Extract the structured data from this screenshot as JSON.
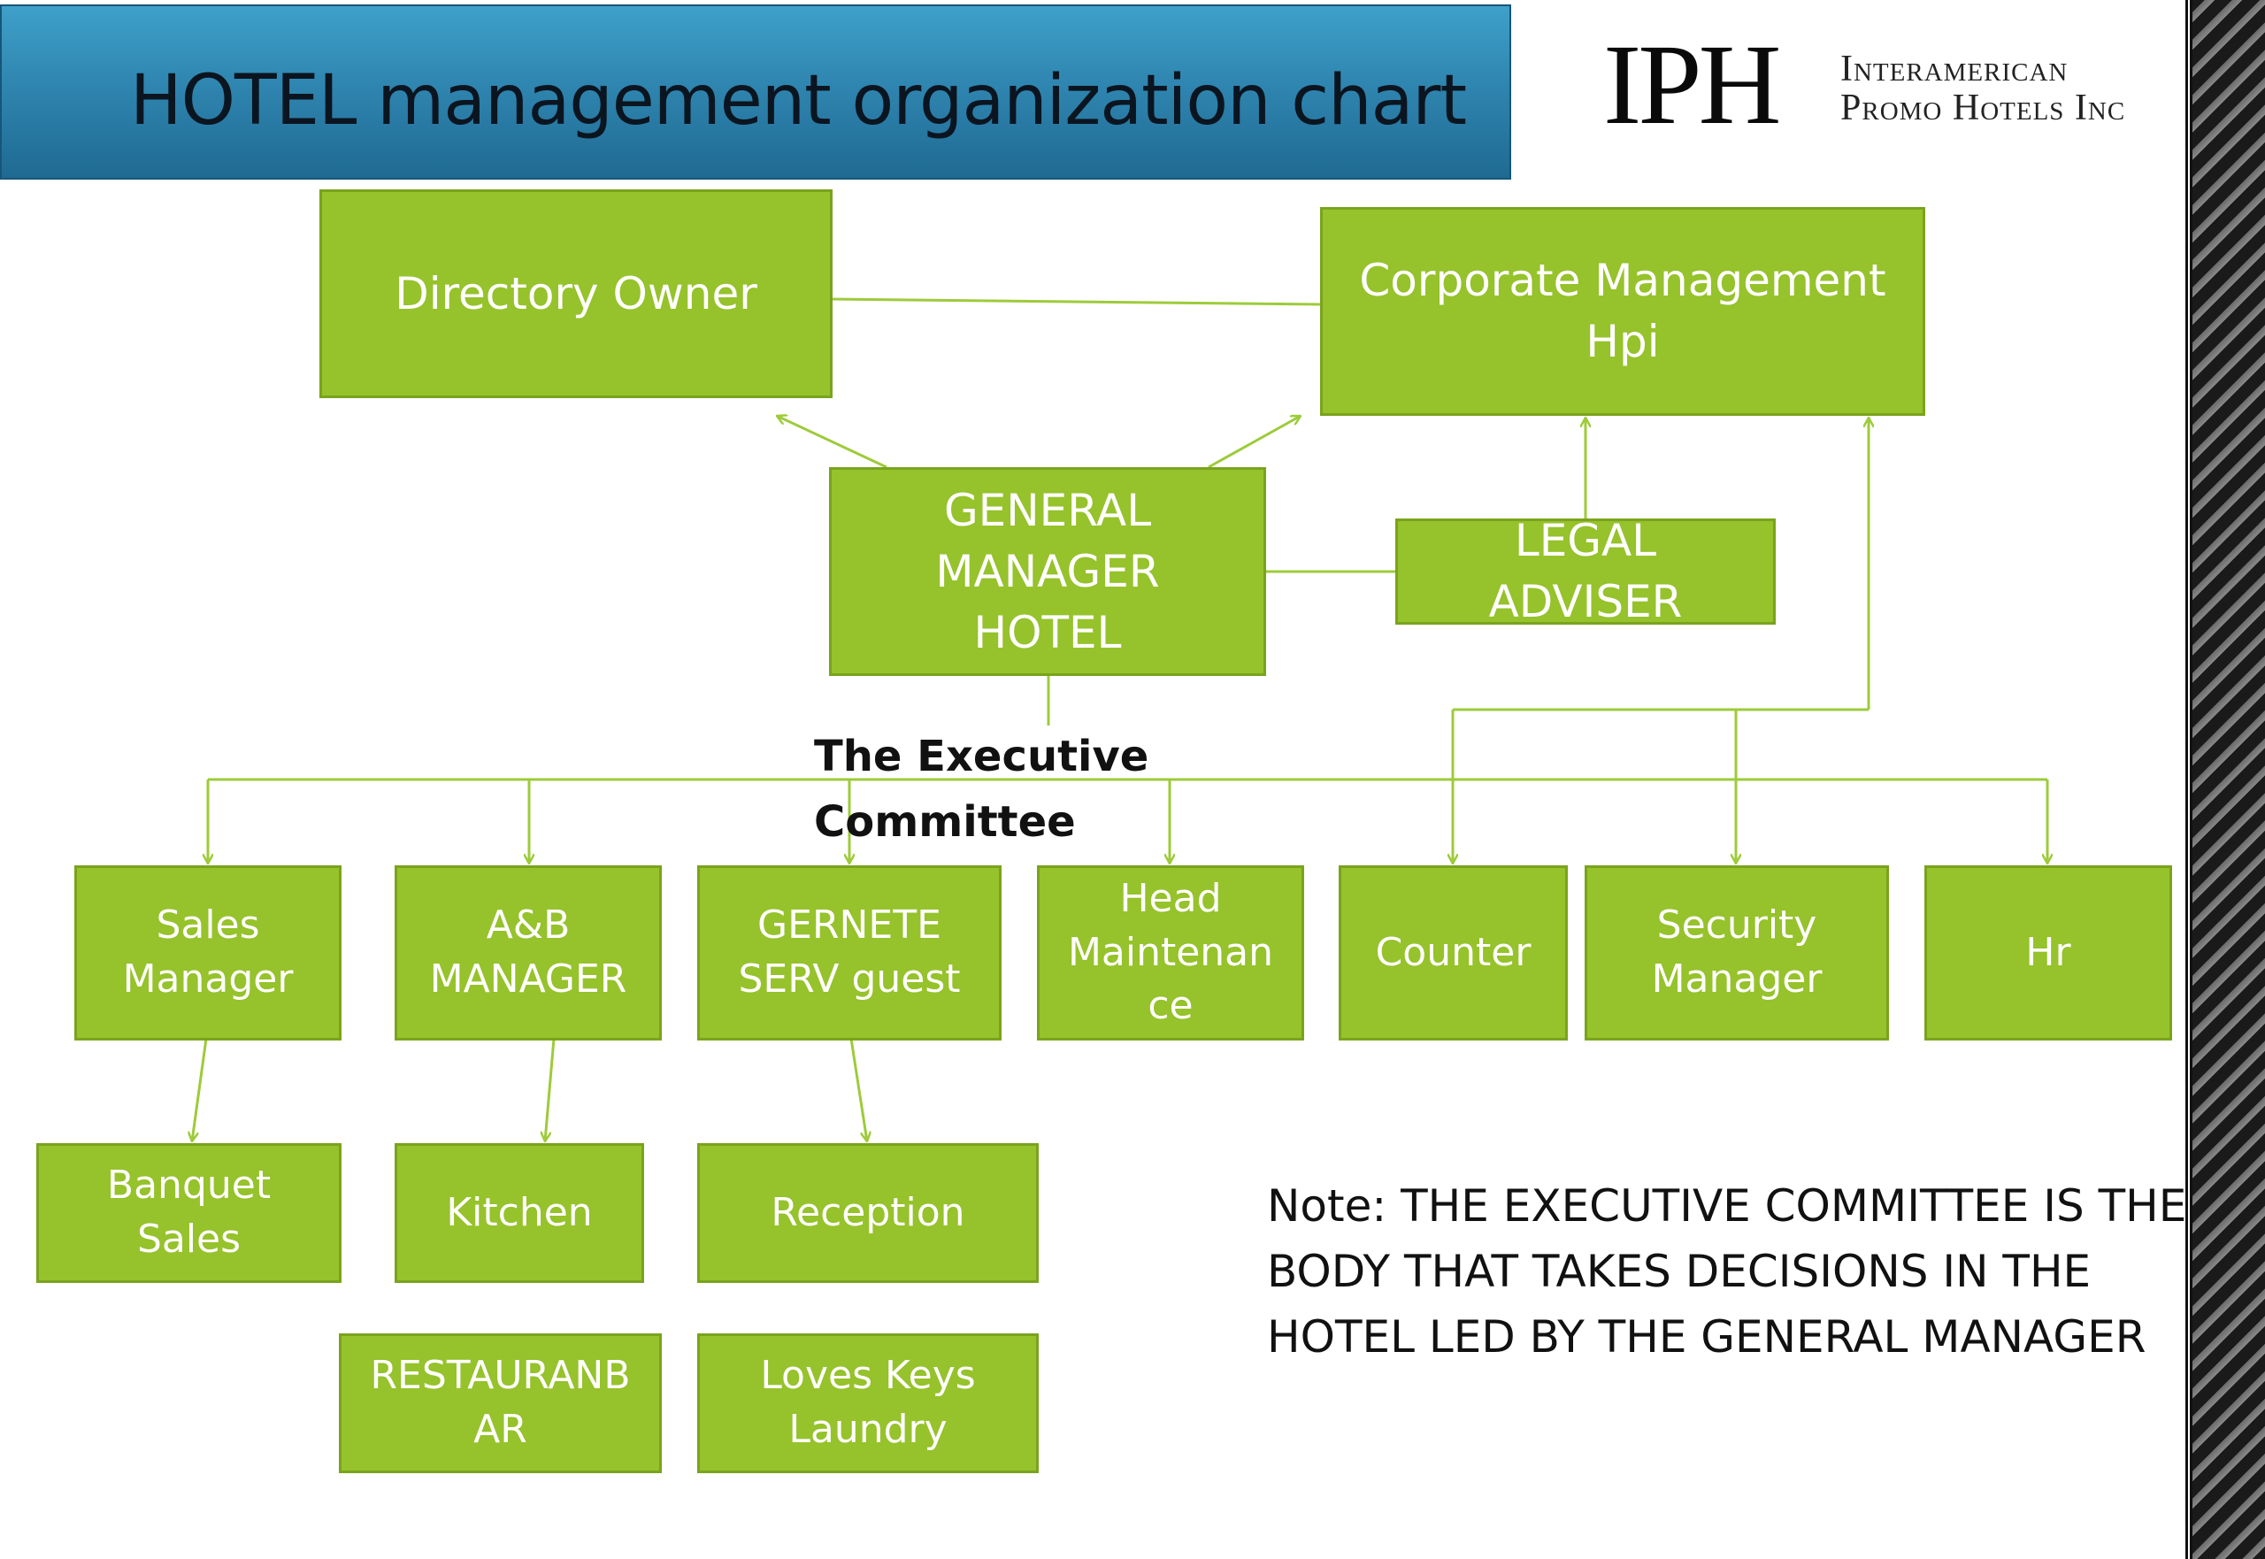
{
  "title": "HOTEL management organization chart",
  "logo": {
    "mark": "IPH",
    "line1": "Interamerican",
    "line2": "Promo Hotels Inc"
  },
  "nodes": {
    "directory_owner": "Directory Owner",
    "corporate_management": "Corporate Management\nHpi",
    "general_manager": "GENERAL\nMANAGER\nHOTEL",
    "legal_adviser": "LEGAL\nADVISER",
    "sales_manager": "Sales\nManager",
    "ab_manager": "A&B\nMANAGER",
    "gernete_serv": "GERNETE\nSERV guest",
    "head_maintenance": "Head\nMaintenan\nce",
    "counter": "Counter",
    "security_manager": "Security\nManager",
    "hr": "Hr",
    "banquet_sales": "Banquet\nSales",
    "kitchen": "Kitchen",
    "reception": "Reception",
    "restaurant_bar": "RESTAURANB\nAR",
    "loves_keys_laundry": "Loves Keys\nLaundry"
  },
  "executive_committee_label": "The Executive\nCommittee",
  "note": "Note: THE EXECUTIVE COMMITTEE IS THE BODY THAT TAKES DECISIONS IN THE HOTEL LED BY THE GENERAL MANAGER",
  "colors": {
    "node_fill": "#96c22b",
    "node_border": "#7aa31d",
    "connector": "#9dcb3a",
    "title_bar": "#2f86b0"
  }
}
